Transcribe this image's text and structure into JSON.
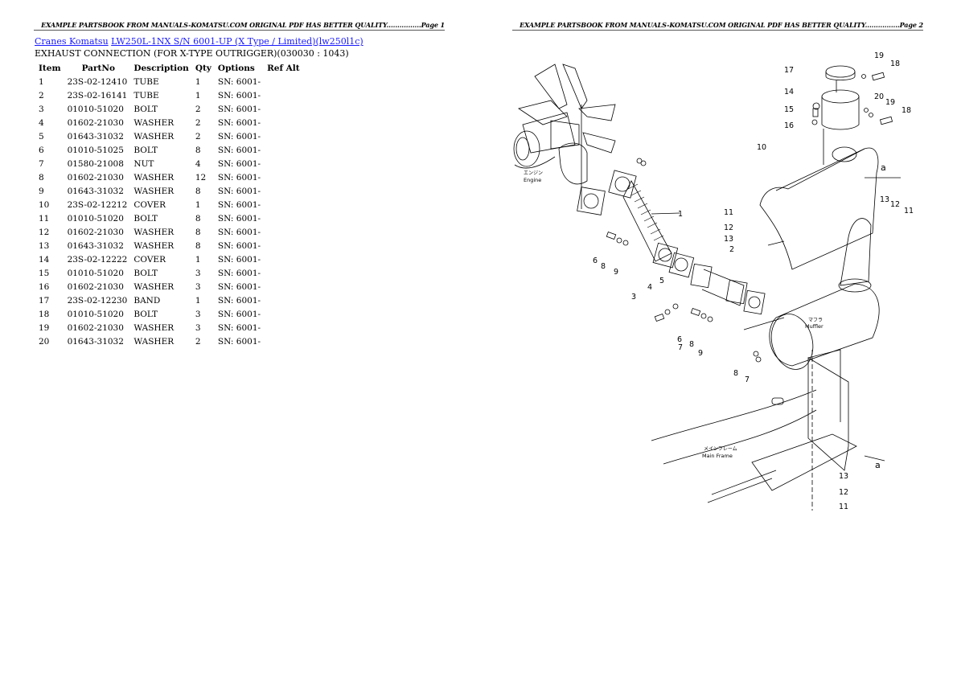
{
  "pages": [
    {
      "header": "EXAMPLE PARTSBOOK FROM MANUALS-KOMATSU.COM ORIGINAL PDF HAS BETTER QUALITY................Page 1"
    },
    {
      "header": "EXAMPLE PARTSBOOK FROM MANUALS-KOMATSU.COM ORIGINAL PDF HAS BETTER QUALITY................Page 2"
    }
  ],
  "breadcrumb": {
    "link1": "Cranes Komatsu",
    "link2": "LW250L-1NX S/N 6001-UP (X Type / Limited)(lw250l1c)"
  },
  "section_title": "EXHAUST CONNECTION (FOR X-TYPE OUTRIGGER)(030030 : 1043)",
  "table": {
    "headers": [
      "Item",
      "PartNo",
      "Description",
      "Qty",
      "Options",
      "Ref Alt"
    ],
    "rows": [
      {
        "item": "1",
        "part": "23S-02-12410",
        "desc": "TUBE",
        "qty": "1",
        "options": "SN: 6001-"
      },
      {
        "item": "2",
        "part": "23S-02-16141",
        "desc": "TUBE",
        "qty": "1",
        "options": "SN: 6001-"
      },
      {
        "item": "3",
        "part": "01010-51020",
        "desc": "BOLT",
        "qty": "2",
        "options": "SN: 6001-"
      },
      {
        "item": "4",
        "part": "01602-21030",
        "desc": "WASHER",
        "qty": "2",
        "options": "SN: 6001-"
      },
      {
        "item": "5",
        "part": "01643-31032",
        "desc": "WASHER",
        "qty": "2",
        "options": "SN: 6001-"
      },
      {
        "item": "6",
        "part": "01010-51025",
        "desc": "BOLT",
        "qty": "8",
        "options": "SN: 6001-"
      },
      {
        "item": "7",
        "part": "01580-21008",
        "desc": "NUT",
        "qty": "4",
        "options": "SN: 6001-"
      },
      {
        "item": "8",
        "part": "01602-21030",
        "desc": "WASHER",
        "qty": "12",
        "options": "SN: 6001-"
      },
      {
        "item": "9",
        "part": "01643-31032",
        "desc": "WASHER",
        "qty": "8",
        "options": "SN: 6001-"
      },
      {
        "item": "10",
        "part": "23S-02-12212",
        "desc": "COVER",
        "qty": "1",
        "options": "SN: 6001-"
      },
      {
        "item": "11",
        "part": "01010-51020",
        "desc": "BOLT",
        "qty": "8",
        "options": "SN: 6001-"
      },
      {
        "item": "12",
        "part": "01602-21030",
        "desc": "WASHER",
        "qty": "8",
        "options": "SN: 6001-"
      },
      {
        "item": "13",
        "part": "01643-31032",
        "desc": "WASHER",
        "qty": "8",
        "options": "SN: 6001-"
      },
      {
        "item": "14",
        "part": "23S-02-12222",
        "desc": "COVER",
        "qty": "1",
        "options": "SN: 6001-"
      },
      {
        "item": "15",
        "part": "01010-51020",
        "desc": "BOLT",
        "qty": "3",
        "options": "SN: 6001-"
      },
      {
        "item": "16",
        "part": "01602-21030",
        "desc": "WASHER",
        "qty": "3",
        "options": "SN: 6001-"
      },
      {
        "item": "17",
        "part": "23S-02-12230",
        "desc": "BAND",
        "qty": "1",
        "options": "SN: 6001-"
      },
      {
        "item": "18",
        "part": "01010-51020",
        "desc": "BOLT",
        "qty": "3",
        "options": "SN: 6001-"
      },
      {
        "item": "19",
        "part": "01602-21030",
        "desc": "WASHER",
        "qty": "3",
        "options": "SN: 6001-"
      },
      {
        "item": "20",
        "part": "01643-31032",
        "desc": "WASHER",
        "qty": "2",
        "options": "SN: 6001-"
      }
    ]
  },
  "diagram": {
    "labels": {
      "engine_jp": "エンジン",
      "engine": "Engine",
      "muffler_jp": "マフラ",
      "muffler": "Muffler",
      "frame_jp": "メインフレーム",
      "frame": "Main Frame",
      "view_a": "a"
    },
    "callouts": [
      "1",
      "2",
      "3",
      "4",
      "5",
      "6",
      "7",
      "8",
      "9",
      "10",
      "11",
      "12",
      "13",
      "14",
      "15",
      "16",
      "17",
      "18",
      "19",
      "20"
    ]
  }
}
